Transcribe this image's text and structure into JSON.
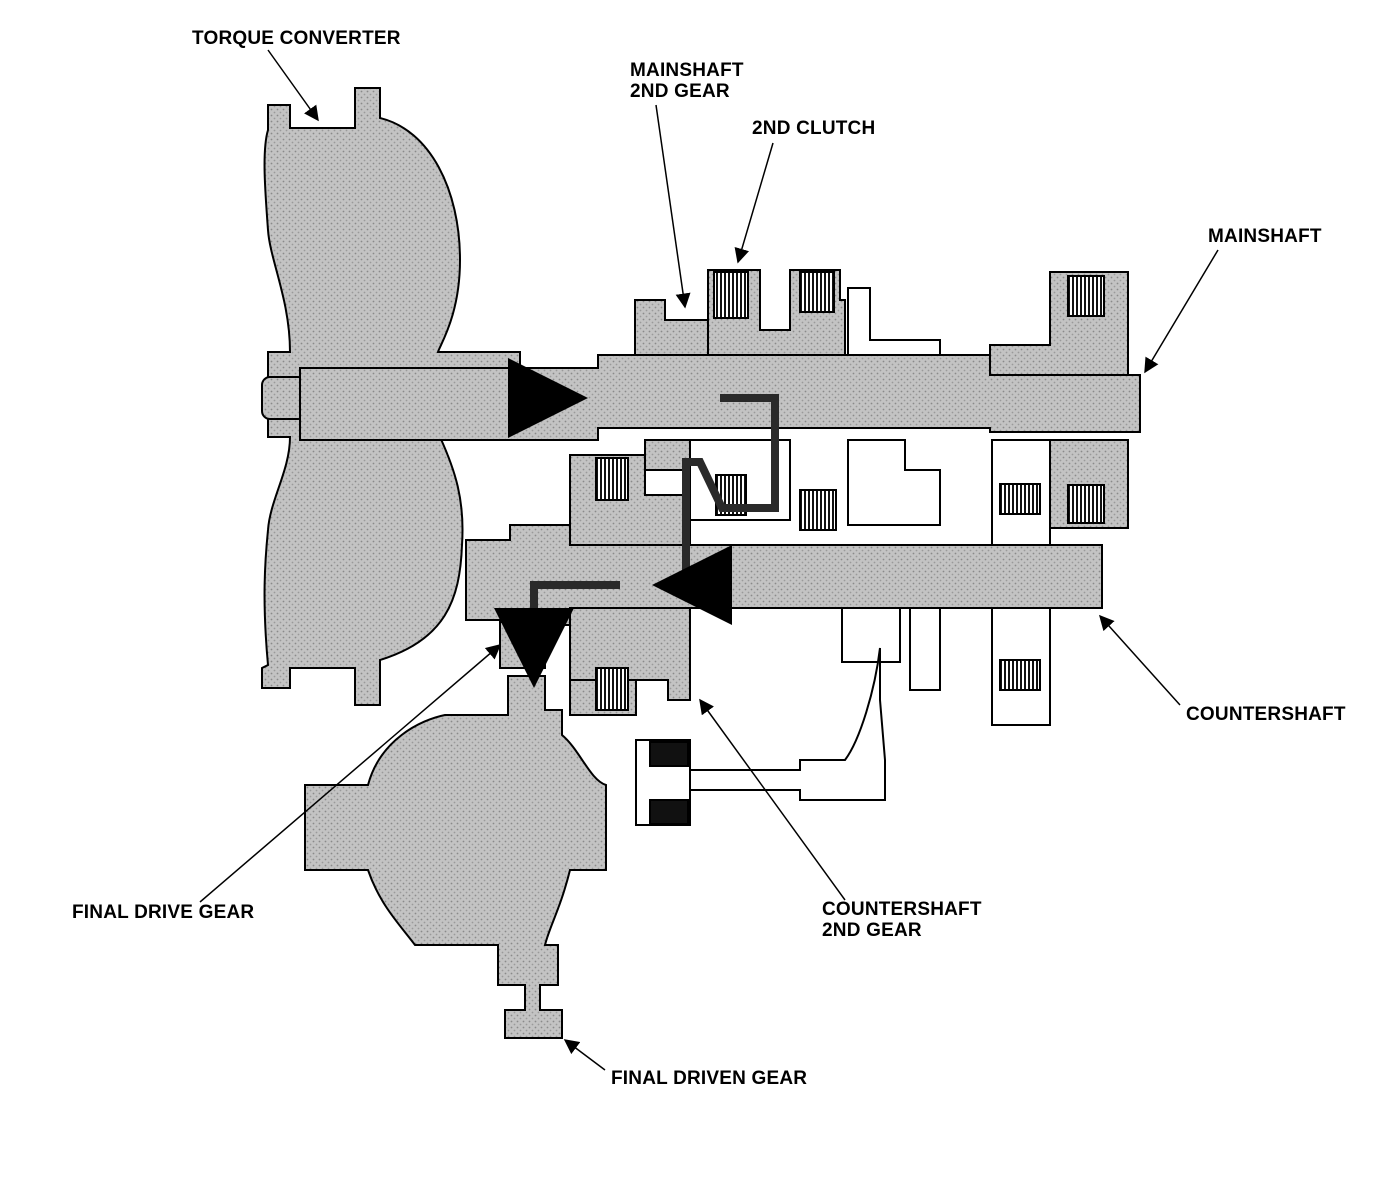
{
  "labels": {
    "torque_converter": "TORQUE CONVERTER",
    "mainshaft_2nd_gear": "MAINSHAFT\n2ND GEAR",
    "second_clutch": "2ND CLUTCH",
    "mainshaft": "MAINSHAFT",
    "countershaft": "COUNTERSHAFT",
    "countershaft_2nd_gear": "COUNTERSHAFT\n2ND GEAR",
    "final_drive_gear": "FINAL DRIVE GEAR",
    "final_driven_gear": "FINAL DRIVEN GEAR"
  },
  "colors": {
    "part_fill": "#b9b9b9",
    "outline": "#000000",
    "power_flow": "#2a2a2a",
    "clutch_pack": "#111111",
    "background": "#ffffff"
  }
}
